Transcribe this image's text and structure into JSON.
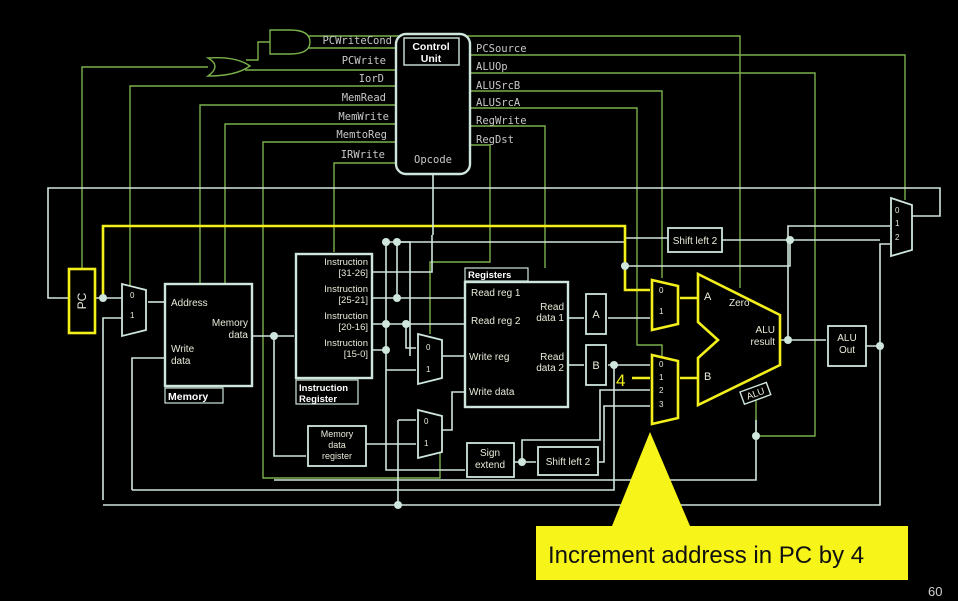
{
  "control_unit": {
    "title_line1": "Control",
    "title_line2": "Unit",
    "opcode": "Opcode",
    "signals_left": [
      "PCWriteCond",
      "PCWrite",
      "IorD",
      "MemRead",
      "MemWrite",
      "MemtoReg",
      "IRWrite"
    ],
    "signals_right": [
      "PCSource",
      "ALUOp",
      "ALUSrcB",
      "ALUSrcA",
      "RegWrite",
      "RegDst"
    ]
  },
  "pc": {
    "label": "PC"
  },
  "mux_labels": {
    "zero": "0",
    "one": "1",
    "two": "2",
    "three": "3"
  },
  "memory": {
    "address": "Address",
    "write_data_1": "Write",
    "write_data_2": "data",
    "mem_data_1": "Memory",
    "mem_data_2": "data",
    "title": "Memory"
  },
  "instruction_register": {
    "fields": [
      {
        "l1": "Instruction",
        "l2": "[31-26]"
      },
      {
        "l1": "Instruction",
        "l2": "[25-21]"
      },
      {
        "l1": "Instruction",
        "l2": "[20-16]"
      },
      {
        "l1": "Instruction",
        "l2": "[15-0]"
      }
    ],
    "title_1": "Instruction",
    "title_2": "Register"
  },
  "mdr": {
    "l1": "Memory",
    "l2": "data",
    "l3": "register"
  },
  "registers": {
    "title": "Registers",
    "read_reg_1": "Read reg 1",
    "read_reg_2": "Read reg 2",
    "write_reg": "Write reg",
    "write_data": "Write data",
    "read_data_1_a": "Read",
    "read_data_1_b": "data 1",
    "read_data_2_a": "Read",
    "read_data_2_b": "data 2"
  },
  "reg_a": "A",
  "reg_b": "B",
  "sign_extend": {
    "l1": "Sign",
    "l2": "extend"
  },
  "shift_left_top": "Shift left 2",
  "shift_left_bottom": "Shift left 2",
  "alu": {
    "in_a": "A",
    "in_b": "B",
    "zero": "Zero",
    "result_1": "ALU",
    "result_2": "result",
    "control": "ALU"
  },
  "alu_out": {
    "l1": "ALU",
    "l2": "Out"
  },
  "constant_four": "4",
  "callout": {
    "text": "Increment address in  PC by 4"
  },
  "page_number": "60",
  "colors": {
    "wire": "#cfe6dc",
    "control": "#7ab04a",
    "highlight": "#f2ef1a",
    "background": "#000000"
  }
}
